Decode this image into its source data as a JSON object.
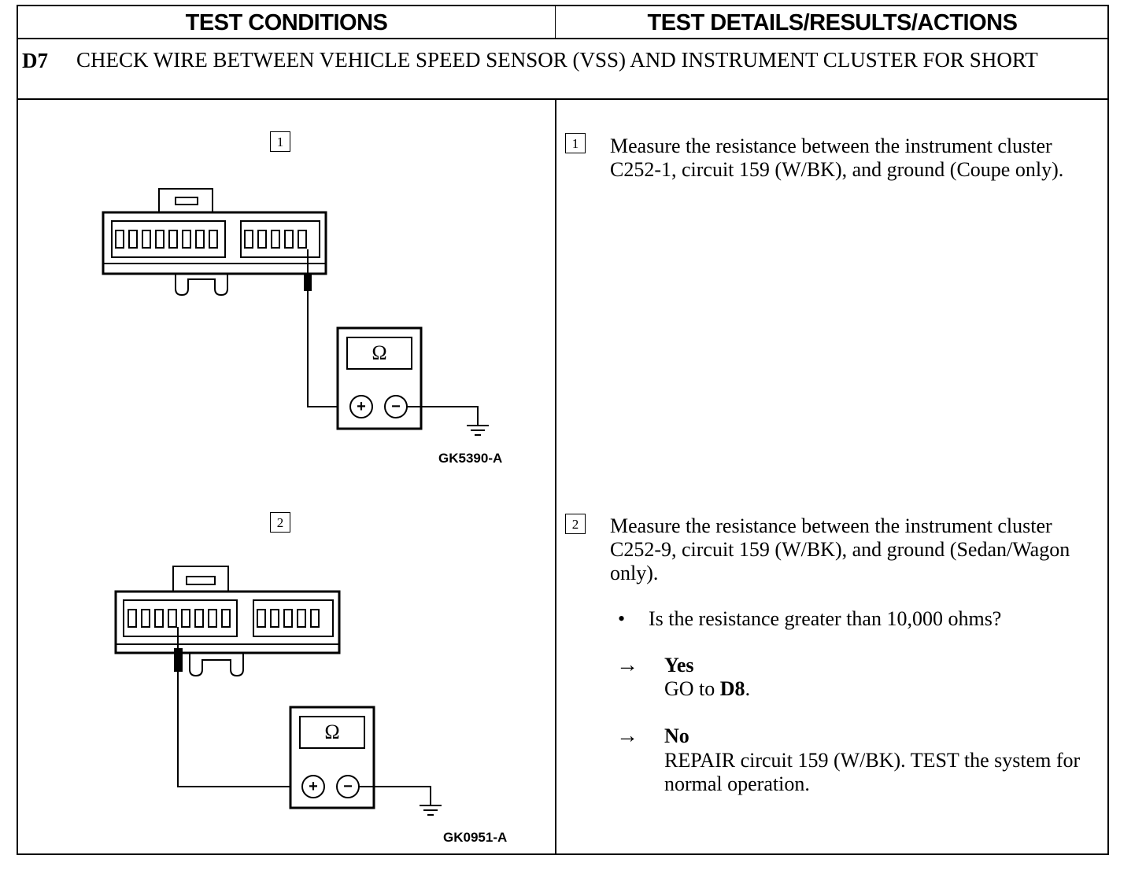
{
  "header": {
    "left": "TEST CONDITIONS",
    "right": "TEST DETAILS/RESULTS/ACTIONS"
  },
  "step": {
    "id": "D7",
    "title": "CHECK WIRE BETWEEN VEHICLE SPEED SENSOR (VSS) AND INSTRUMENT CLUSTER FOR SHORT"
  },
  "figures": [
    {
      "step_number": "1",
      "meter_symbol": "Ω",
      "plus": "+",
      "minus": "−",
      "code": "GK5390-A"
    },
    {
      "step_number": "2",
      "meter_symbol": "Ω",
      "plus": "+",
      "minus": "−",
      "code": "GK0951-A"
    }
  ],
  "details": [
    {
      "step_number": "1",
      "text": "Measure the resistance between the instrument cluster C252-1, circuit 159 (W/BK), and ground (Coupe only)."
    },
    {
      "step_number": "2",
      "text": "Measure the resistance between the instrument cluster C252-9, circuit 159 (W/BK), and ground (Sedan/Wagon only)."
    }
  ],
  "question": {
    "bullet": "•",
    "text": "Is the resistance greater than 10,000 ohms?"
  },
  "answers": [
    {
      "arrow": "→",
      "label": "Yes",
      "action_prefix": "GO to ",
      "action_ref": "D8",
      "action_suffix": "."
    },
    {
      "arrow": "→",
      "label": "No",
      "action": "REPAIR circuit 159 (W/BK). TEST the system for normal operation."
    }
  ]
}
